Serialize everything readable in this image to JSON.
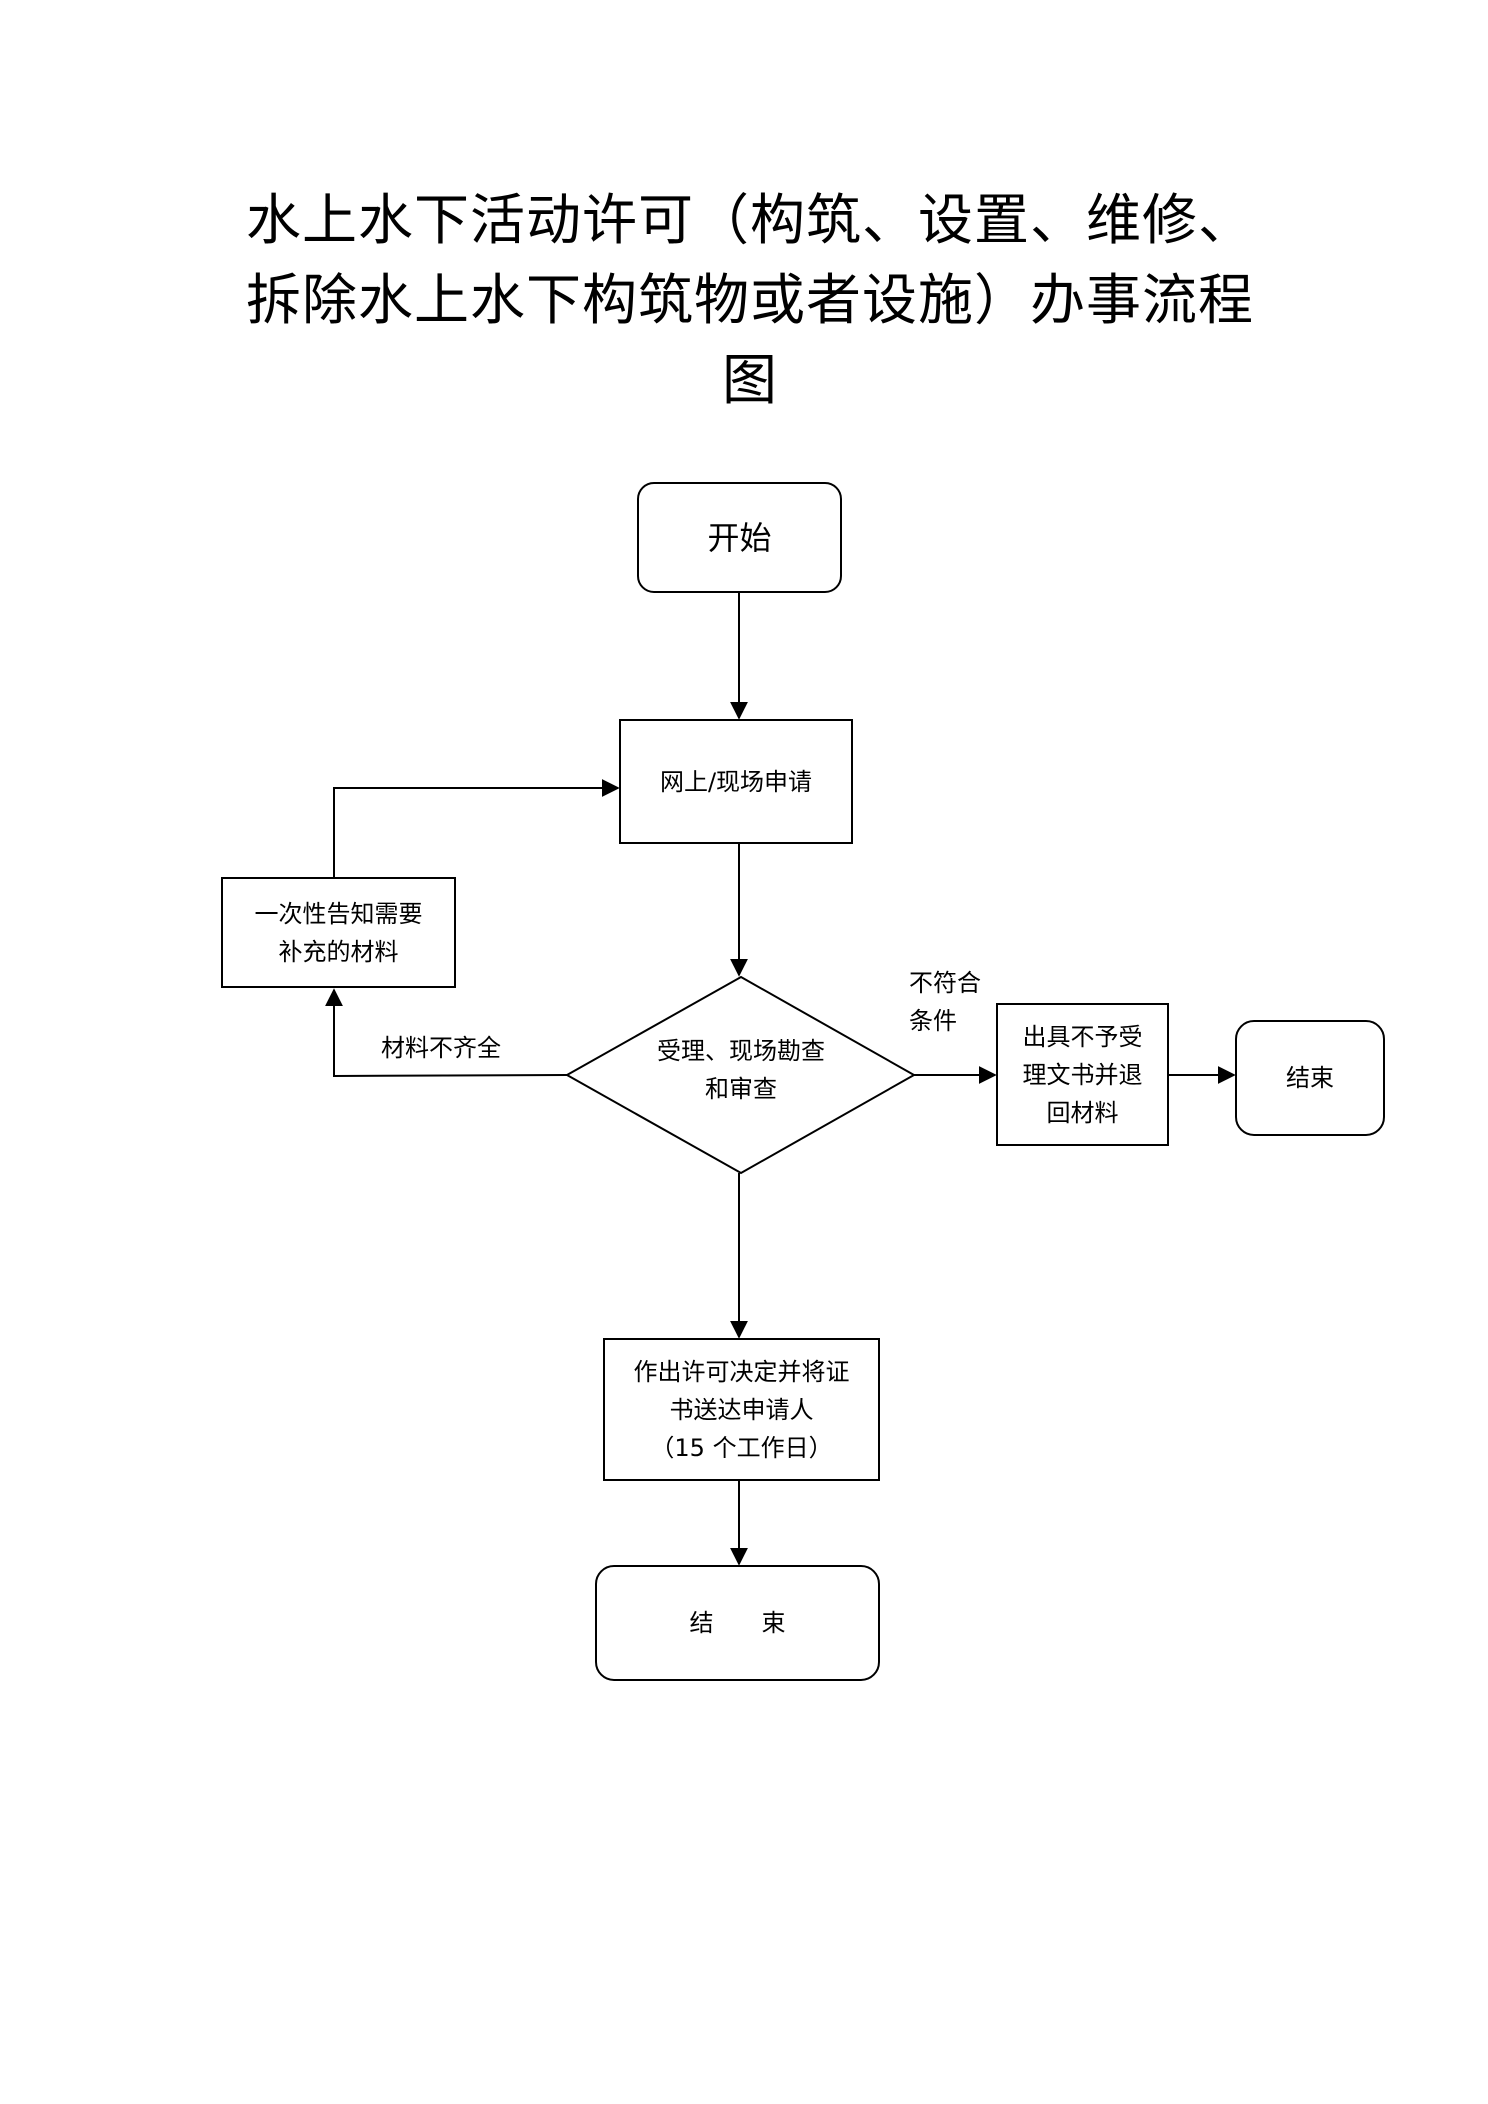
{
  "title": {
    "lines": [
      "水上水下活动许可（构筑、设置、维修、",
      "拆除水上水下构筑物或者设施）办事流程",
      "图"
    ]
  },
  "nodes": {
    "start": {
      "label": "开始"
    },
    "apply": {
      "label": "网上/现场申请"
    },
    "notify": {
      "lines": [
        "一次性告知需要",
        "补充的材料"
      ]
    },
    "review": {
      "lines": [
        "受理、现场勘查",
        "和审查"
      ]
    },
    "reject": {
      "lines": [
        "出具不予受",
        "理文书并退",
        "回材料"
      ]
    },
    "end_reject": {
      "label": "结束"
    },
    "decide": {
      "lines": [
        "作出许可决定并将证",
        "书送达申请人",
        "（15 个工作日）"
      ]
    },
    "end_main": {
      "label": "结　　束"
    }
  },
  "edges": {
    "incomplete": {
      "label": "材料不齐全"
    },
    "not_qualified": {
      "lines": [
        "不符合",
        "条件"
      ]
    }
  }
}
